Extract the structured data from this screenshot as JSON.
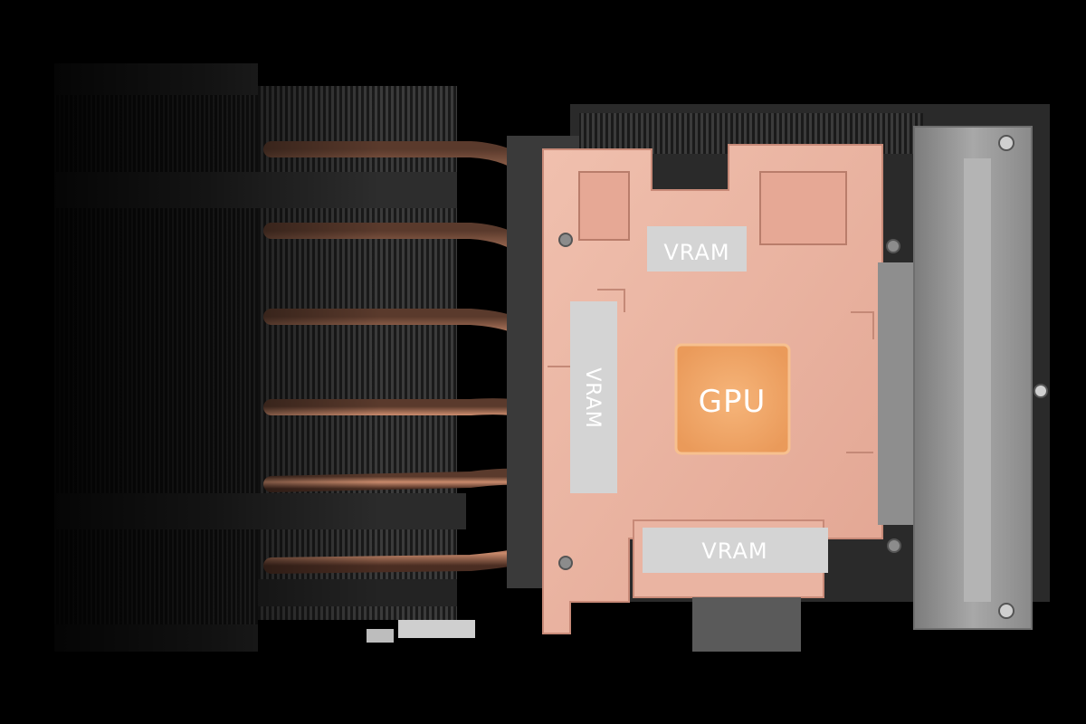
{
  "labels": {
    "gpu": "GPU",
    "vram_top": "VRAM",
    "vram_left": "VRAM",
    "vram_bottom": "VRAM"
  },
  "colors": {
    "background": "#000000",
    "copper": "#e9b09f",
    "copper_edge": "#c88a78",
    "vram_pad": "#d0d0d0",
    "gpu_core": "#f2a96b",
    "bracket": "#9c9c9c",
    "fins": "#3a3a3a",
    "heatpipe": "#a86a4e"
  }
}
